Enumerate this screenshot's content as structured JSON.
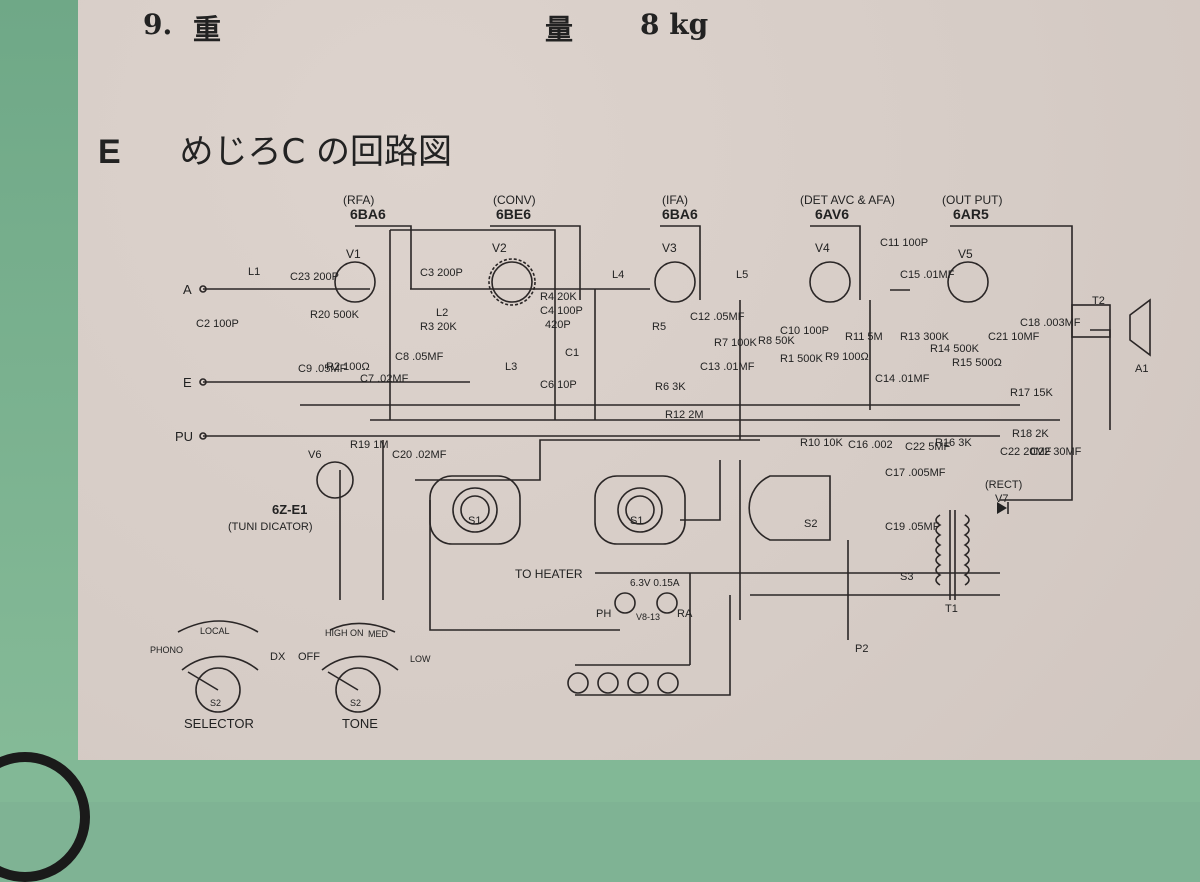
{
  "spec_item": {
    "number": "9.",
    "label_left": "重",
    "label_right": "量",
    "value": "8 kg"
  },
  "section_heading": {
    "letter": "E",
    "title": "めじろC の回路図"
  },
  "tubes": [
    {
      "function": "(RFA)",
      "type": "6BA6",
      "ref": "V1"
    },
    {
      "function": "(CONV)",
      "type": "6BE6",
      "ref": "V2"
    },
    {
      "function": "(IFA)",
      "type": "6BA6",
      "ref": "V3"
    },
    {
      "function": "(DET AVC & AFA)",
      "type": "6AV6",
      "ref": "V4"
    },
    {
      "function": "(OUT PUT)",
      "type": "6AR5",
      "ref": "V5"
    }
  ],
  "inputs": {
    "antenna": "A",
    "earth": "E",
    "pickup": "PU"
  },
  "components": {
    "c2": "C2 100P",
    "l1": "L1",
    "c23": "C23 200P",
    "r20": "R20 500K",
    "r2": "R2 100Ω",
    "c7": "C7 .02MF",
    "c9": "C9 .05MF",
    "c8": "C8 .05MF",
    "c3": "C3 200P",
    "r3": "R3 20K",
    "l2": "L2",
    "r4": "R4 20K",
    "c4": "C4 100P",
    "c5": "420P",
    "c1": "C1",
    "l3": "L3",
    "c6": "C6 10P",
    "l4": "L4",
    "r5": "R5",
    "r6": "R6 3K",
    "c12": "C12 .05MF",
    "c13": "C13 .01MF",
    "r7": "R7 100K",
    "r12": "R12 2M",
    "l5": "L5",
    "r8": "R8 50K",
    "c10": "C10 100P",
    "r1": "R1 500K",
    "r9": "R9 100Ω",
    "r11": "R11 5M",
    "c14": "C14 .01MF",
    "c11": "C11 100P",
    "c15": "C15 .01MF",
    "r13": "R13 300K",
    "r14": "R14 500K",
    "r15": "R15 500Ω",
    "c21": "C21 10MF",
    "c18": "C18 .003MF",
    "t2": "T2",
    "a1": "A1",
    "r17": "R17 15K",
    "r18": "R18 2K",
    "r16": "R16 3K",
    "c22a": "C22 5MF",
    "c22b": "C22 20MF",
    "c22c": "C22 30MF",
    "r10": "R10 10K",
    "c16": "C16 .002",
    "c17": "C17 .005MF",
    "rect": "(RECT)",
    "v7": "V7",
    "c19": "C19 .05MF",
    "s3": "S3",
    "t1": "T1",
    "p2": "P2",
    "s1": "S1",
    "s2": "S2",
    "r19": "R19 1M",
    "c20": "C20 .02MF",
    "v6": "V6",
    "v6_type": "6Z-E1",
    "v6_function": "(TUNI DICATOR)",
    "heater": "TO HEATER",
    "lamp_spec": "6.3V 0.15A",
    "lamp_ref": "V8-13",
    "lamp_ph": "PH",
    "lamp_ra": "RA"
  },
  "controls": {
    "selector": {
      "name": "SELECTOR",
      "switch": "S2",
      "positions": [
        "PHONO",
        "LOCAL",
        "DX"
      ]
    },
    "tone": {
      "name": "TONE",
      "switch": "S2",
      "positions": [
        "OFF",
        "HIGH ON",
        "MED",
        "LOW"
      ]
    }
  },
  "colors": {
    "paper": "#d9cfc9",
    "ink": "#222222",
    "background_green": "#7fb394"
  }
}
